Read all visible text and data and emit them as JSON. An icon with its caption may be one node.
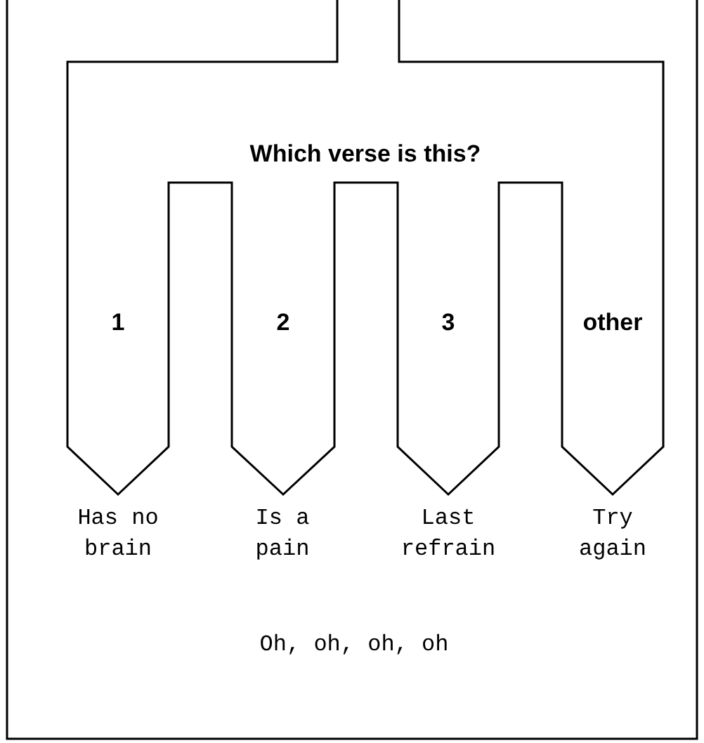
{
  "diagram": {
    "nodes": [
      {
        "text": [
          "Which verse is this?"
        ]
      },
      {
        "text": [
          "1"
        ]
      },
      {
        "text": [
          "2"
        ]
      },
      {
        "text": [
          "3"
        ]
      },
      {
        "text": [
          "other"
        ]
      }
    ],
    "labels": [
      "Has no brain",
      "Is a pain",
      "Last refrain",
      "Try again",
      "Oh, oh, oh, oh"
    ]
  }
}
